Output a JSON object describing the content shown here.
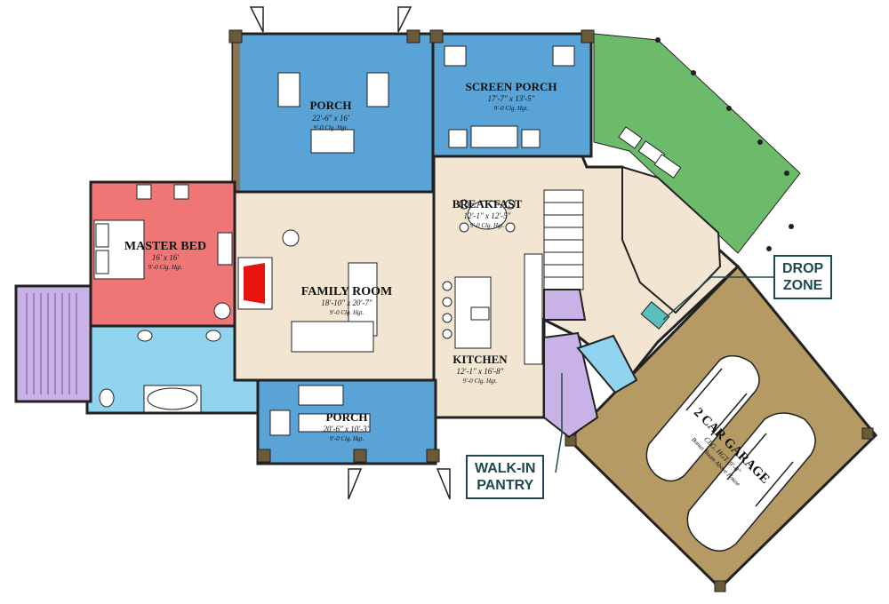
{
  "colors": {
    "porch": "#5aa3d6",
    "master": "#f07676",
    "living": "#f2e6d3",
    "bath": "#8fd3ee",
    "pantry": "#c9b3e6",
    "deck": "#6cbb6a",
    "garage": "#b59a63",
    "wall": "#222222",
    "callout": "#1d4a4f"
  },
  "rooms": {
    "porch_top": {
      "name": "PORCH",
      "dim": "22'-6\" x 16'",
      "clg": "9'-0 Clg. Hgt."
    },
    "screen_porch": {
      "name": "SCREEN PORCH",
      "dim": "17'-7\" x 13'-5\"",
      "clg": "9'-0 Clg. Hgt."
    },
    "breakfast": {
      "name": "BREAKFAST",
      "dim": "12'-1\" x 12'-5\"",
      "clg": "9'-0 Clg. Hgt."
    },
    "master_bed": {
      "name": "MASTER BED",
      "dim": "16' x 16'",
      "clg": "9'-0 Clg. Hgt."
    },
    "family_room": {
      "name": "FAMILY ROOM",
      "dim": "18'-10\" x 20'-7\"",
      "clg": "9'-0 Clg. Hgt."
    },
    "kitchen": {
      "name": "KITCHEN",
      "dim": "12'-1\" x 16'-8\"",
      "clg": "9'-0 Clg. Hgt."
    },
    "porch_bottom": {
      "name": "PORCH",
      "dim": "20'-6\" x 10'-3\"",
      "clg": "9'-0 Clg. Hgt."
    },
    "garage": {
      "name": "2 CAR GARAGE",
      "dim": "CLG. HGT. 9'-0\"",
      "clg": "Bonus Room Above House"
    }
  },
  "callouts": {
    "drop_zone": {
      "line1": "DROP",
      "line2": "ZONE"
    },
    "walk_in_pantry": {
      "line1": "WALK-IN",
      "line2": "PANTRY"
    }
  }
}
